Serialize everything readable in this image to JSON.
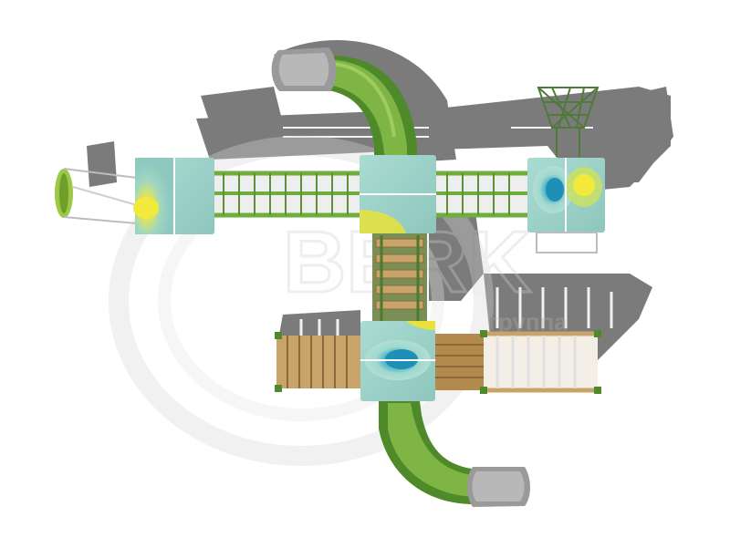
{
  "image": {
    "subject": "playground-structure-top-view",
    "background_color": "#ffffff",
    "colors": {
      "shadow": "#6f6f6f",
      "slide_green": "#4f8a2a",
      "slide_green_light": "#8cbc4a",
      "slide_exit": "#9a9a9a",
      "panel_teal": "#8fd0c4",
      "panel_blue": "#1f8fb8",
      "panel_yellow": "#e8e23a",
      "wood": "#c9a46a",
      "wood_dark": "#8a6a3a",
      "bridge_green": "#6fae3a",
      "railing": "#ffffff"
    }
  },
  "watermark": {
    "brand_text": "BERK",
    "sub_text": "группа"
  }
}
